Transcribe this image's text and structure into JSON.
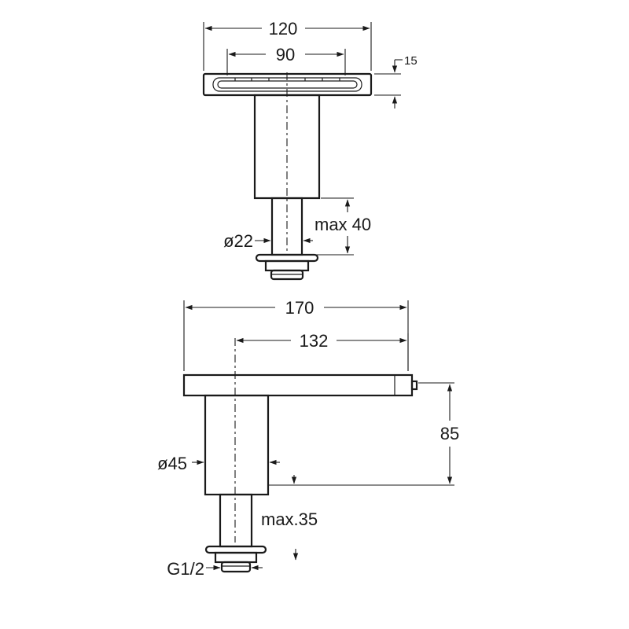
{
  "top_view": {
    "width_outer": "120",
    "width_inner": "90",
    "thickness": "15",
    "stroke_max": "max 40",
    "pipe_diameter": "ø22"
  },
  "side_view": {
    "overall_length": "170",
    "reach": "132",
    "height": "85",
    "body_diameter": "ø45",
    "stroke_max": "max.35",
    "thread": "G1/2"
  }
}
